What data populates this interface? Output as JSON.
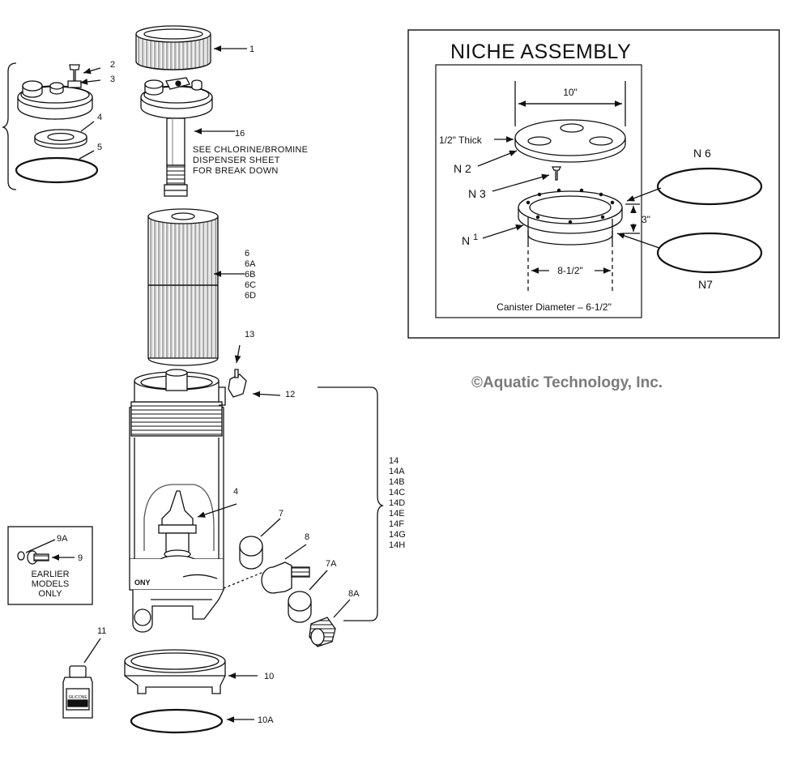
{
  "callouts": {
    "c1": "1",
    "c2": "2",
    "c3": "3",
    "c4_lid": "4",
    "c5": "5",
    "c16": "16",
    "c6": "6",
    "c6a": "6A",
    "c6b": "6B",
    "c6c": "6C",
    "c6d": "6D",
    "c13": "13",
    "c12": "12",
    "c4_body": "4",
    "c7": "7",
    "c8": "8",
    "c7a": "7A",
    "c8a": "8A",
    "c9a": "9A",
    "c9": "9",
    "c11": "11",
    "c10": "10",
    "c10a": "10A",
    "c14": "14",
    "c14a": "14A",
    "c14b": "14B",
    "c14c": "14C",
    "c14d": "14D",
    "c14e": "14E",
    "c14f": "14F",
    "c14g": "14G",
    "c14h": "14H"
  },
  "dispenser_note": [
    "SEE CHLORINE/BROMINE",
    "DISPENSER SHEET",
    "FOR BREAK DOWN"
  ],
  "earlier_models": [
    "EARLIER",
    "MODELS",
    "ONLY"
  ],
  "niche": {
    "title": "NICHE ASSEMBLY",
    "dim_top": "10\"",
    "thick": "1/2\" Thick",
    "dim_height": "3\"",
    "dim_inner": "8-1/2\"",
    "canister": "Canister Diameter – 6-1/2\"",
    "n1": "N",
    "n1_sub": "1",
    "n2": "N 2",
    "n3": "N 3",
    "n6": "N 6",
    "n7": "N7"
  },
  "copyright": "©Aquatic Technology, Inc.",
  "silicone_label": "SILICONE",
  "colors": {
    "line": "#111111",
    "copyright": "#7b7b7b"
  }
}
